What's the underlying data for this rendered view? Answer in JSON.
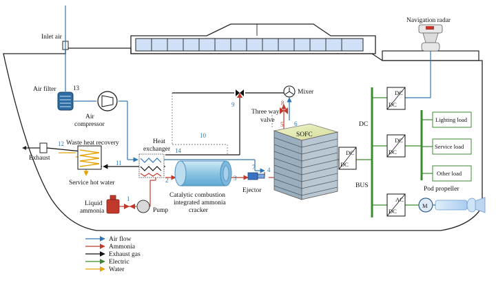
{
  "labels": {
    "inlet_air": "Inlet air",
    "air_filter": "Air filter",
    "air_compressor_1": "Air",
    "air_compressor_2": "compressor",
    "waste_heat_recovery": "Waste heat recovery",
    "exhaust": "Exhaust",
    "service_hot_water": "Service hot water",
    "heat_exchanger_1": "Heat",
    "heat_exchanger_2": "exchanger",
    "cracker_1": "Catalytic combustion",
    "cracker_2": "integrated ammonia",
    "cracker_3": "cracker",
    "liquid_ammonia_1": "Liquid",
    "liquid_ammonia_2": "ammonia",
    "pump": "Pump",
    "ejector": "Ejector",
    "three_way_valve_1": "Three way",
    "three_way_valve_2": "valve",
    "mixer": "Mixer",
    "sofc": "SOFC",
    "dc": "DC",
    "bus": "BUS",
    "navigation_radar": "Navigation radar",
    "lighting_load": "Lighting load",
    "service_load": "Service load",
    "other_load": "Other load",
    "pod_propeller": "Pod propeller",
    "motor": "M"
  },
  "converters": {
    "dc": "DC",
    "ac": "AC"
  },
  "stream_numbers": [
    "1",
    "2",
    "3",
    "4",
    "5",
    "6",
    "7",
    "8",
    "9",
    "10",
    "11",
    "12",
    "13",
    "14"
  ],
  "legend": [
    {
      "label": "Air flow",
      "color": "#2e75b6"
    },
    {
      "label": "Ammonia",
      "color": "#c0392b"
    },
    {
      "label": "Exhaust gas",
      "color": "#111111"
    },
    {
      "label": "Electric",
      "color": "#3a8a2e"
    },
    {
      "label": "Water",
      "color": "#e8a000"
    }
  ],
  "colors": {
    "air": "#2e75b6",
    "ammonia": "#c0392b",
    "exhaust": "#111111",
    "electric": "#3a8a2e",
    "water": "#e8a000",
    "hull": "#222222"
  }
}
